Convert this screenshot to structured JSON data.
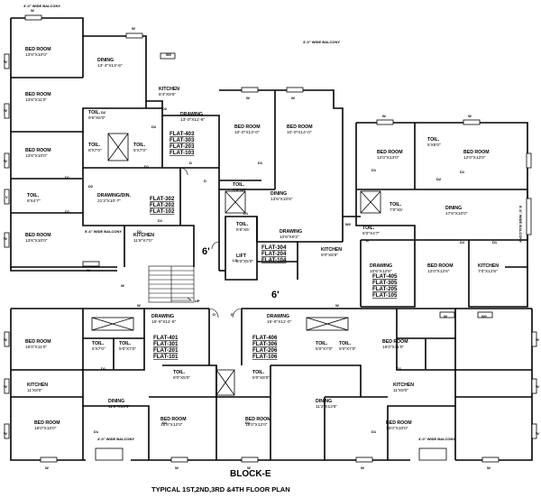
{
  "title": "BLOCK-E",
  "subtitle": "TYPICAL 1ST,2ND,3RD &4TH   FLOOR PLAN",
  "corridor_widths": [
    "6'",
    "6'"
  ],
  "up_label": "UP",
  "marks": {
    "window": "W",
    "window2": "W2",
    "ventilator": "V",
    "door": "D",
    "door1": "D1",
    "door2": "D2",
    "lift_door": "LD"
  },
  "balcony_labels": [
    "4'-0\" WIDE BALCONY",
    "5'-6\" WIDE BALCONY",
    "4'-0\" WIDE BALCONY",
    "4'-0\" WIDE BALCONY",
    "6'-6\" WIDE BALCONY",
    "4'-0\" WIDE BALCONY"
  ],
  "rooms": [
    {
      "name": "BED ROOM",
      "dim": "13'6\"X10'0\""
    },
    {
      "name": "DINING",
      "dim": "13'-4\"X13'-6\""
    },
    {
      "name": "KITCHEN",
      "dim": "8'4\"X9'6\""
    },
    {
      "name": "BED ROOM",
      "dim": "13'6\"X11'0\""
    },
    {
      "name": "TOIL.",
      "dim": "9'6\"X5'0\""
    },
    {
      "name": "DRAWING",
      "dim": "13'-0\"X11'-8\""
    },
    {
      "name": "BED ROOM",
      "dim": "13'6\"X10'0\""
    },
    {
      "name": "TOIL.",
      "dim": "8'X7'0\""
    },
    {
      "name": "TOIL.",
      "dim": "5'X7'0\""
    },
    {
      "name": "TOIL.",
      "dim": "8'X4'7\""
    },
    {
      "name": "DRAWING/DIN.",
      "dim": "21'3\"X10'-7\""
    },
    {
      "name": "BED ROOM",
      "dim": "13'6\"X10'0\""
    },
    {
      "name": "KITCHEN",
      "dim": "11'6\"X7'0\""
    },
    {
      "name": "BED ROOM",
      "dim": "10'-0\"X13'-0\""
    },
    {
      "name": "BED ROOM",
      "dim": "10'-0\"X14'-0\""
    },
    {
      "name": "TOIL.",
      "dim": "5'6\"X8'"
    },
    {
      "name": "DINING",
      "dim": "13'6\"X10'6\""
    },
    {
      "name": "TOIL.",
      "dim": "5'6\"X5'"
    },
    {
      "name": "LIFT",
      "dim": "6'0\"X5'0\""
    },
    {
      "name": "DRAWING",
      "dim": "10'6\"X9'2\""
    },
    {
      "name": "KITCHEN",
      "dim": "9'0\"X8'6\""
    },
    {
      "name": "BED ROOM",
      "dim": "12'0\"X13'0\""
    },
    {
      "name": "TOIL.",
      "dim": "5'X8'0\""
    },
    {
      "name": "BED ROOM",
      "dim": "12'0\"X13'0\""
    },
    {
      "name": "TOIL.",
      "dim": "7'0\"X5'"
    },
    {
      "name": "DINING",
      "dim": "17'6\"X10'0\""
    },
    {
      "name": "TOIL.",
      "dim": "6'0\"X4'7\""
    },
    {
      "name": "DRAWING",
      "dim": "10'6\"X12'6\""
    },
    {
      "name": "BED ROOM",
      "dim": "12'0\"X12'6\""
    },
    {
      "name": "KITCHEN",
      "dim": "7'0\"X12'6\""
    },
    {
      "name": "BED ROOM",
      "dim": "16'0\"X11'0\""
    },
    {
      "name": "TOIL.",
      "dim": "5'X7'0\""
    },
    {
      "name": "TOIL.",
      "dim": "5'0\"X7'0\""
    },
    {
      "name": "DRAWING",
      "dim": "15'-6\"X11'-8\""
    },
    {
      "name": "DRAWING",
      "dim": "15'-6\"X11'-0\""
    },
    {
      "name": "TOIL.",
      "dim": "5'0\"X7'0\""
    },
    {
      "name": "TOIL.",
      "dim": "5'0\"X7'0\""
    },
    {
      "name": "BED ROOM",
      "dim": "16'0\"X11'0\""
    },
    {
      "name": "KITCHEN",
      "dim": "11'X8'0\""
    },
    {
      "name": "TOIL.",
      "dim": "8'0\"X5'0\""
    },
    {
      "name": "TOIL.",
      "dim": "5'0\"X8'0\""
    },
    {
      "name": "KITCHEN",
      "dim": "11'X8'0\""
    },
    {
      "name": "DINING",
      "dim": "11'2\"X13'6\""
    },
    {
      "name": "DINING",
      "dim": "11'2\"X13'6\""
    },
    {
      "name": "BED ROOM",
      "dim": "16'0\"X10'0\""
    },
    {
      "name": "BED ROOM",
      "dim": "16'6\"X12'0\""
    },
    {
      "name": "BED ROOM",
      "dim": "16'0\"X12'0\""
    },
    {
      "name": "BED ROOM",
      "dim": "16'0\"X10'0\""
    }
  ],
  "flat_groups": [
    [
      "FLAT-403",
      "FLAT-303",
      "FLAT-203",
      "FLAT-103"
    ],
    [
      "FLAT-302",
      "FLAT-202",
      "FLAT-102"
    ],
    [
      "FLAT-304",
      "FLAT-204",
      "FLAT-104"
    ],
    [
      "FLAT-405",
      "FLAT-305",
      "FLAT-205",
      "FLAT-105"
    ],
    [
      "FLAT-401",
      "FLAT-301",
      "FLAT-201",
      "FLAT-101"
    ],
    [
      "FLAT-406",
      "FLAT-306",
      "FLAT-206",
      "FLAT-106"
    ]
  ]
}
